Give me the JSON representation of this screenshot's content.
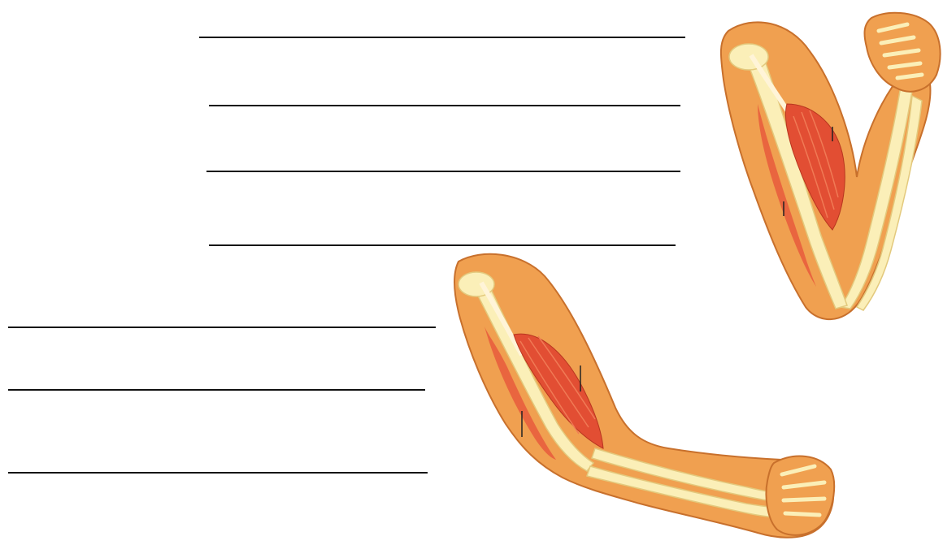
{
  "worksheet": {
    "answer_lines_top_group": 4,
    "answer_lines_bottom_group": 3
  },
  "figures": [
    {
      "name": "flexed-arm",
      "description_icon": "flexed-arm-muscle-icon"
    },
    {
      "name": "extended-arm",
      "description_icon": "extended-arm-muscle-icon"
    }
  ],
  "colors": {
    "skin": "#F0A050",
    "skin_outline": "#C8702C",
    "bone": "#FBEFB8",
    "bone_outline": "#E3C97D",
    "muscle": "#E24E33",
    "muscle_light": "#F07A55",
    "tendon": "#FFF4D8",
    "line": "#111111"
  }
}
